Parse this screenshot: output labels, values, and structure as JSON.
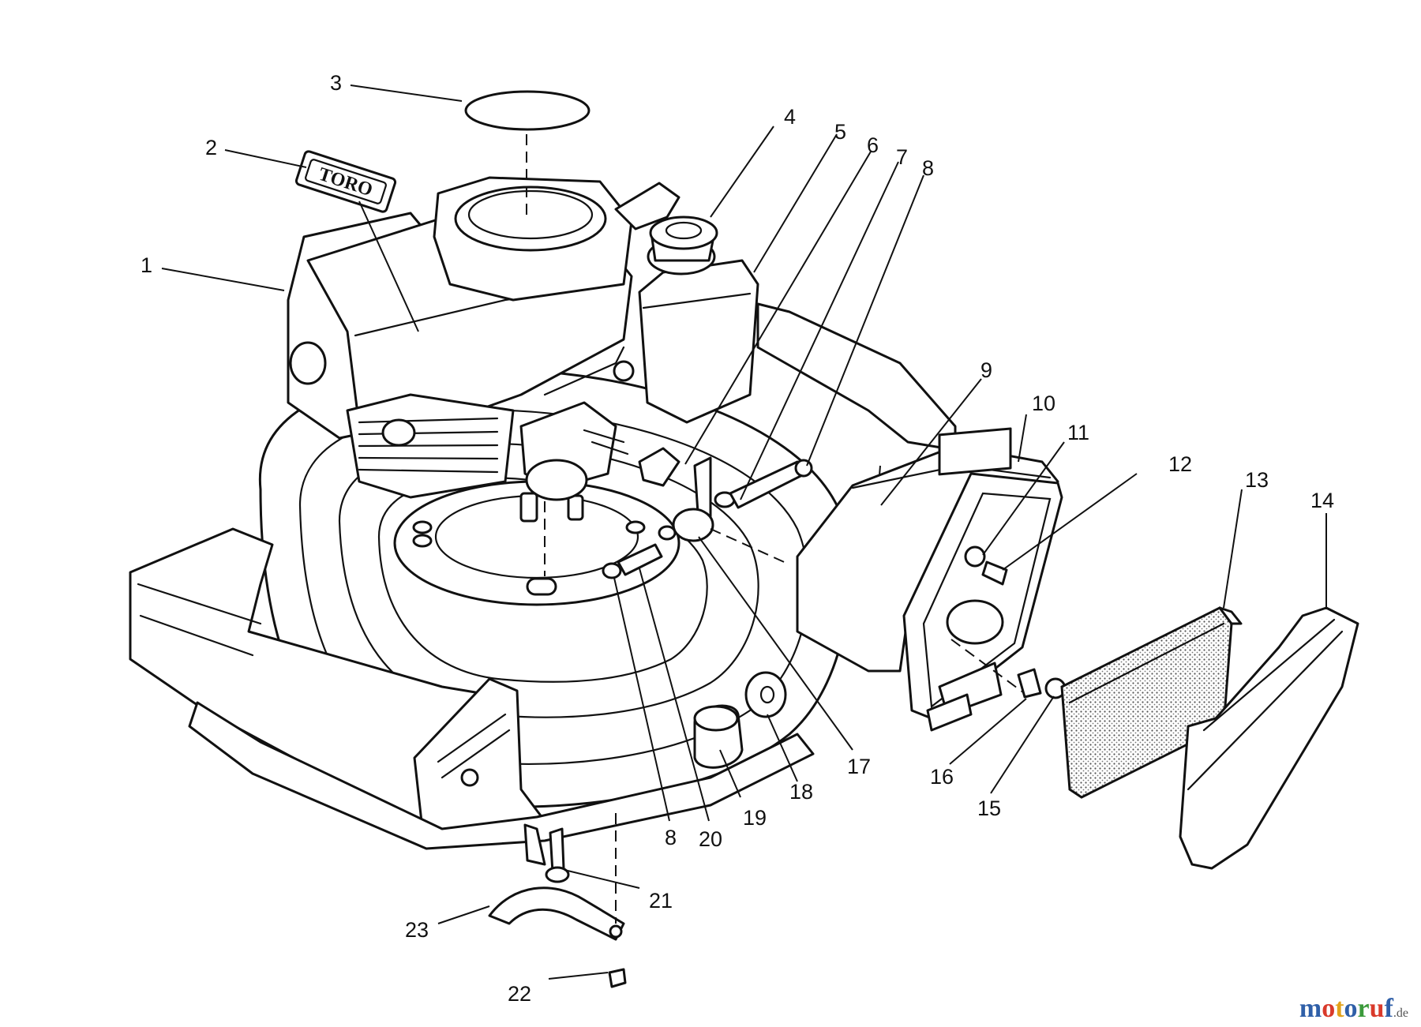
{
  "diagram": {
    "brand_label": "TORO",
    "callouts": [
      "1",
      "2",
      "3",
      "4",
      "5",
      "6",
      "7",
      "8",
      "9",
      "10",
      "11",
      "12",
      "13",
      "14",
      "15",
      "16",
      "17",
      "8",
      "19",
      "18",
      "20",
      "21",
      "22",
      "23"
    ]
  },
  "watermark": {
    "letters": [
      {
        "char": "m",
        "color": "#2f5fa8"
      },
      {
        "char": "o",
        "color": "#d93a2b"
      },
      {
        "char": "t",
        "color": "#e3a21a"
      },
      {
        "char": "o",
        "color": "#2f5fa8"
      },
      {
        "char": "r",
        "color": "#3b9a3b"
      },
      {
        "char": "u",
        "color": "#d93a2b"
      },
      {
        "char": "f",
        "color": "#2f5fa8"
      }
    ],
    "suffix": ".de"
  },
  "colors": {
    "ink": "#111111",
    "background": "#ffffff"
  }
}
